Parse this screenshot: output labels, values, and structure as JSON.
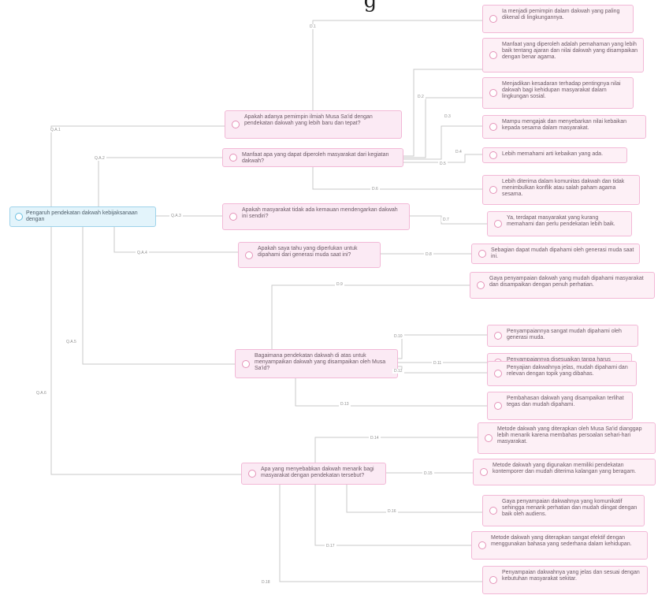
{
  "title_fragment": "g",
  "root": {
    "text": "Pengaruh pendekatan dakwah kebijaksanaan dengan"
  },
  "questions": [
    {
      "text": "Apakah adanya pemimpin ilmiah Musa Sa'id dengan pendekatan dakwah yang lebih baru dan tepat?"
    },
    {
      "text": "Manfaat apa yang dapat diperoleh masyarakat dari kegiatan dakwah?"
    },
    {
      "text": "Apakah masyarakat tidak ada kemauan mendengarkan dakwah ini sendiri?"
    },
    {
      "text": "Apakah saya tahu yang diperlukan untuk dipahami dari generasi muda saat ini?"
    },
    {
      "text": "Bagaimana pendekatan dakwah di atas untuk menyampaikan dakwah yang disampaikan oleh Musa Sa'id?"
    },
    {
      "text": "Apa yang menyebabkan dakwah menarik bagi masyarakat dengan pendekatan tersebut?"
    }
  ],
  "answers": [
    {
      "text": "Ia menjadi pemimpin dalam dakwah yang paling dikenal di lingkungannya."
    },
    {
      "text": "Manfaat yang diperoleh adalah pemahaman yang lebih baik tentang ajaran dan nilai dakwah yang disampaikan dengan benar agama."
    },
    {
      "text": "Menjadikan kesadaran terhadap pentingnya nilai dakwah bagi kehidupan masyarakat dalam lingkungan sosial."
    },
    {
      "text": "Mampu mengajak dan menyebarkan nilai kebaikan kepada sesama dalam masyarakat."
    },
    {
      "text": "Lebih memahami arti kebaikan yang ada."
    },
    {
      "text": "Lebih diterima dalam komunitas dakwah dan tidak menimbulkan konflik atau salah paham agama sesama."
    },
    {
      "text": "Ya, terdapat masyarakat yang kurang memahami dan perlu pendekatan lebih baik."
    },
    {
      "text": "Sebagian dapat mudah dipahami oleh generasi muda saat ini."
    },
    {
      "text": "Gaya penyampaian dakwah yang mudah dipahami masyarakat dan disampaikan dengan penuh perhatian."
    },
    {
      "text": "Penyampaiannya sangat mudah dipahami oleh generasi muda."
    },
    {
      "text": "Penyampaiannya disesuaikan tanpa harus menggurui."
    },
    {
      "text": "Penyajian dakwahnya jelas, mudah dipahami dan relevan dengan topik yang dibahas."
    },
    {
      "text": "Pembahasan dakwah yang disampaikan terlihat tegas dan mudah dipahami."
    },
    {
      "text": "Metode dakwah yang diterapkan oleh Musa Sa'id dianggap lebih menarik karena membahas persoalan sehari-hari masyarakat."
    },
    {
      "text": "Metode dakwah yang digunakan memiliki pendekatan kontemporer dan mudah diterima kalangan yang beragam."
    },
    {
      "text": "Gaya penyampaian dakwahnya yang komunikatif sehingga menarik perhatian dan mudah diingat dengan baik oleh audiens."
    },
    {
      "text": "Metode dakwah yang diterapkan sangat efektif dengan menggunakan bahasa yang sederhana dalam kehidupan."
    },
    {
      "text": "Penyampaian dakwahnya yang jelas dan sesuai dengan kebutuhan masyarakat sekitar."
    }
  ],
  "edge_labels": {
    "root_q0": "Q.A.1",
    "root_q1": "Q.A.2",
    "root_q2": "Q.A.3",
    "root_q3": "Q.A.4",
    "root_q4": "Q.A.5",
    "root_q5": "Q.A.6",
    "q0_a0": "D.1",
    "q1_a1": "D.2",
    "q1_a3": "D.3",
    "q1_a4": "D.4",
    "q1_a5": "D.5",
    "q2_a6": "D.6",
    "q3_a7": "D.7",
    "q4_a8": "D.8",
    "q4_a9": "D.9",
    "q4_a10": "D.10",
    "q4_a11": "D.11",
    "q4_a12": "D.12",
    "q5_a13": "D.13",
    "q5_a14": "D.14",
    "q5_a15": "D.15",
    "q5_a16": "D.16",
    "q5_a17": "D.17"
  },
  "colors": {
    "root_fill": "#e3f4fb",
    "root_border": "#9ed3ea",
    "node_fill": "#fbeaf4",
    "node_border": "#f2b8d6",
    "connector": "#c9c9c9"
  }
}
